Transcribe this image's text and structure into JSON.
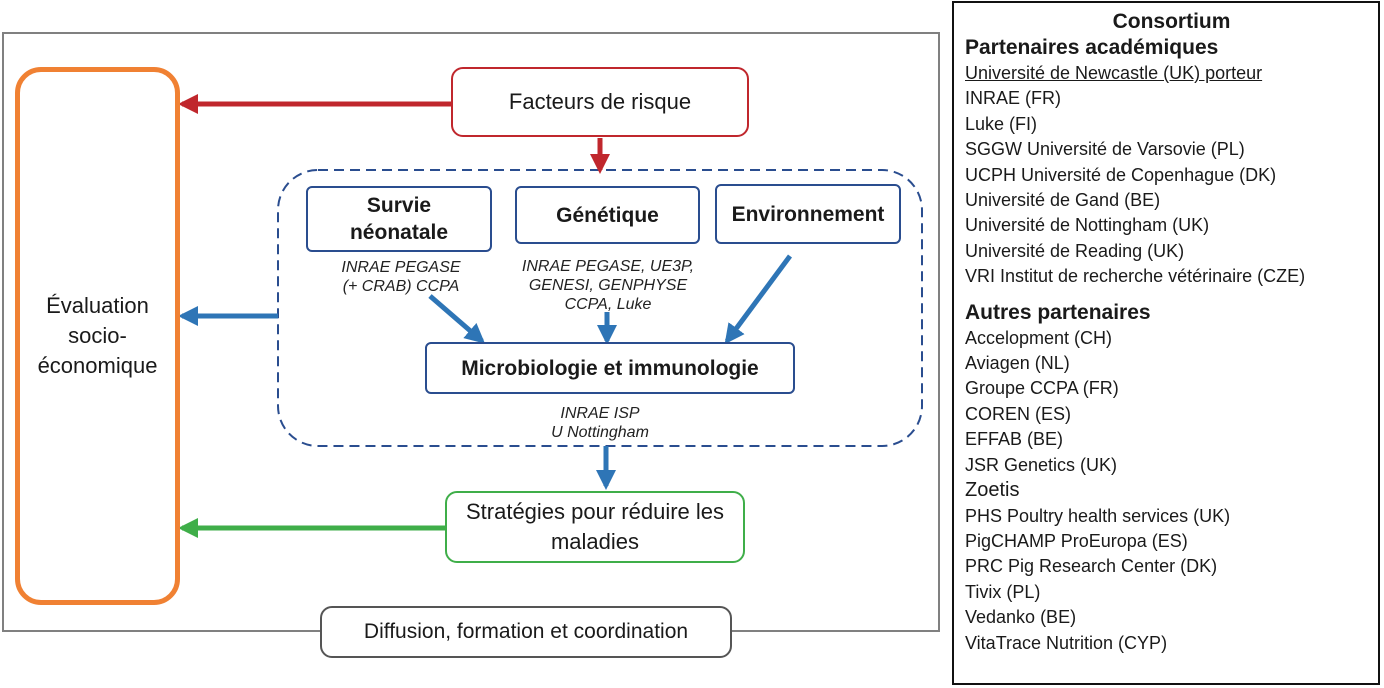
{
  "diagram": {
    "evaluation": "Évaluation socio-économique",
    "risk": "Facteurs de risque",
    "survival": "Survie néonatale",
    "genetics": "Génétique",
    "environment": "Environnement",
    "micro": "Microbiologie et immunologie",
    "survival_partners": [
      "INRAE PEGASE",
      "(+ CRAB) CCPA"
    ],
    "genetics_partners": [
      "INRAE PEGASE, UE3P,",
      "GENESI, GENPHYSE",
      "CCPA, Luke"
    ],
    "micro_partners": [
      "INRAE ISP",
      "U Nottingham"
    ],
    "strategies": "Stratégies pour réduire les maladies",
    "diffusion": "Diffusion, formation et coordination"
  },
  "consortium": {
    "title": "Consortium",
    "academic_heading": "Partenaires académiques",
    "academic": [
      "Université de Newcastle (UK) porteur",
      "INRAE (FR)",
      "Luke (FI)",
      "SGGW Université de Varsovie (PL)",
      "UCPH Université de Copenhague (DK)",
      "Université de Gand (BE)",
      "Université de Nottingham (UK)",
      "Université de Reading (UK)",
      "VRI Institut de recherche vétérinaire (CZE)"
    ],
    "other_heading": "Autres partenaires",
    "other": [
      "Accelopment (CH)",
      "Aviagen (NL)",
      "Groupe CCPA (FR)",
      "COREN (ES)",
      "EFFAB (BE)",
      "JSR Genetics (UK)",
      "Zoetis",
      "PHS Poultry health services (UK)",
      "PigCHAMP ProEuropa (ES)",
      "PRC Pig Research Center (DK)",
      "Tivix (PL)",
      "Vedanko (BE)",
      "VitaTrace Nutrition (CYP)"
    ]
  },
  "colors": {
    "orange": "#f08133",
    "red": "#c0272d",
    "green": "#3fae49",
    "blue_arrow": "#2e75b6",
    "blue_box": "#2a4d8f"
  }
}
